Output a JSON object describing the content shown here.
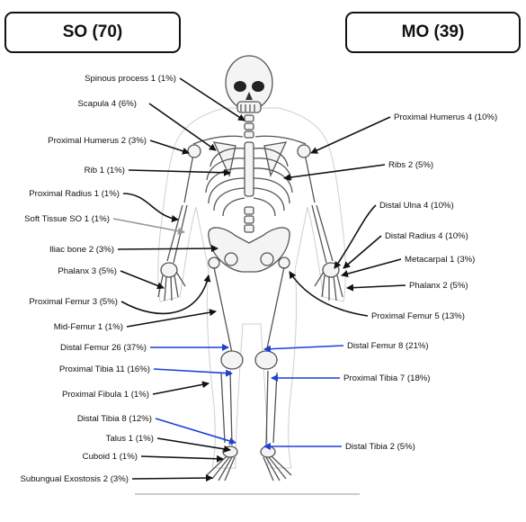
{
  "headers": {
    "left": "SO (70)",
    "right": "MO (39)"
  },
  "colors": {
    "black_arrow": "#111111",
    "blue_arrow": "#1f3fd6",
    "gray_arrow": "#999999"
  },
  "labels_left": [
    "Spinous process 1 (1%)",
    "Scapula 4 (6%)",
    "Proximal Humerus 2 (3%)",
    "Rib 1 (1%)",
    "Proximal Radius 1 (1%)",
    "Soft Tissue SO 1 (1%)",
    "Iliac bone 2 (3%)",
    "Phalanx 3 (5%)",
    "Proximal Femur 3 (5%)",
    "Mid-Femur 1 (1%)",
    "Distal Femur 26 (37%)",
    "Proximal Tibia 11 (16%)",
    "Proximal Fibula 1 (1%)",
    "Distal Tibia 8 (12%)",
    "Talus 1 (1%)",
    "Cuboid 1 (1%)",
    "Subungual Exostosis 2 (3%)"
  ],
  "labels_right": [
    "Proximal Humerus 4 (10%)",
    "Ribs 2 (5%)",
    "Distal Ulna 4 (10%)",
    "Distal Radius 4 (10%)",
    "Metacarpal 1 (3%)",
    "Phalanx 2 (5%)",
    "Proximal Femur 5 (13%)",
    "Distal Femur 8 (21%)",
    "Proximal Tibia 7 (18%)",
    "Distal Tibia 2 (5%)"
  ]
}
